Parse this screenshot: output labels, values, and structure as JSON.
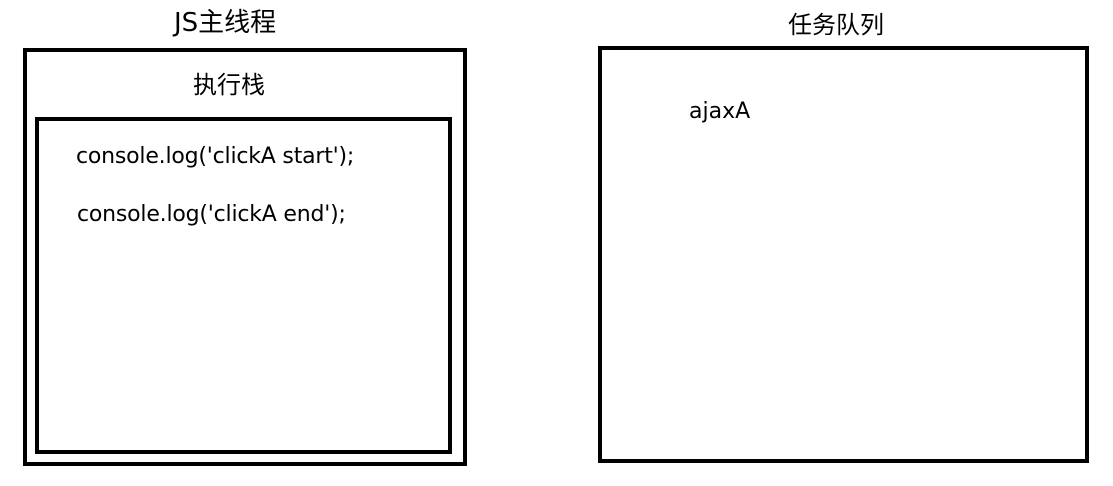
{
  "main_thread": {
    "title": "JS主线程",
    "call_stack": {
      "title": "执行栈",
      "lines": [
        "console.log('clickA start');",
        "console.log('clickA end');"
      ]
    }
  },
  "task_queue": {
    "title": "任务队列",
    "items": [
      "ajaxA"
    ]
  }
}
